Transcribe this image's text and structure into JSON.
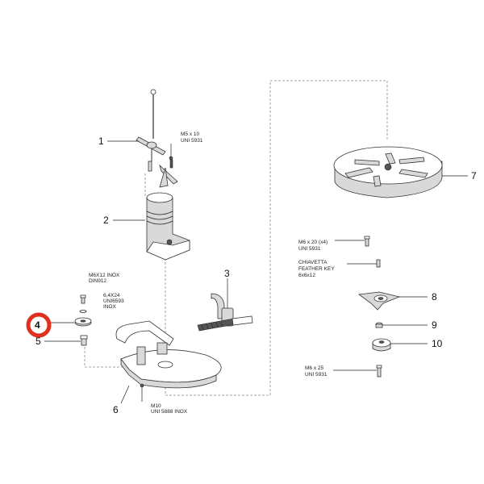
{
  "labels": {
    "p1": "1",
    "p2": "2",
    "p3": "3",
    "p4": "4",
    "p5": "5",
    "p6": "6",
    "p7": "7",
    "p8": "8",
    "p9": "9",
    "p10": "10"
  },
  "specs": {
    "m5_line1": "M5 x 10",
    "m5_line2": "UNI 5931",
    "m6x12_line1": "M6X12 INOX",
    "m6x12_line2": "DIN912",
    "washer_line1": "6,4X24",
    "washer_line2": "UNI6593",
    "washer_line3": "INOX",
    "m10_line1": "M10",
    "m10_line2": "UNI 5888 INOX",
    "m6x20_line1": "M6 x 20 (x4)",
    "m6x20_line2": "UNI 5931",
    "key_line1": "CHIAVETTA",
    "key_line2": "FEATHER KEY",
    "key_line3": "6x6x12",
    "m6x25_line1": "M6 x 25",
    "m6x25_line2": "UNI 5931"
  },
  "highlight": {
    "label": "p4",
    "color": "#e0311f"
  }
}
